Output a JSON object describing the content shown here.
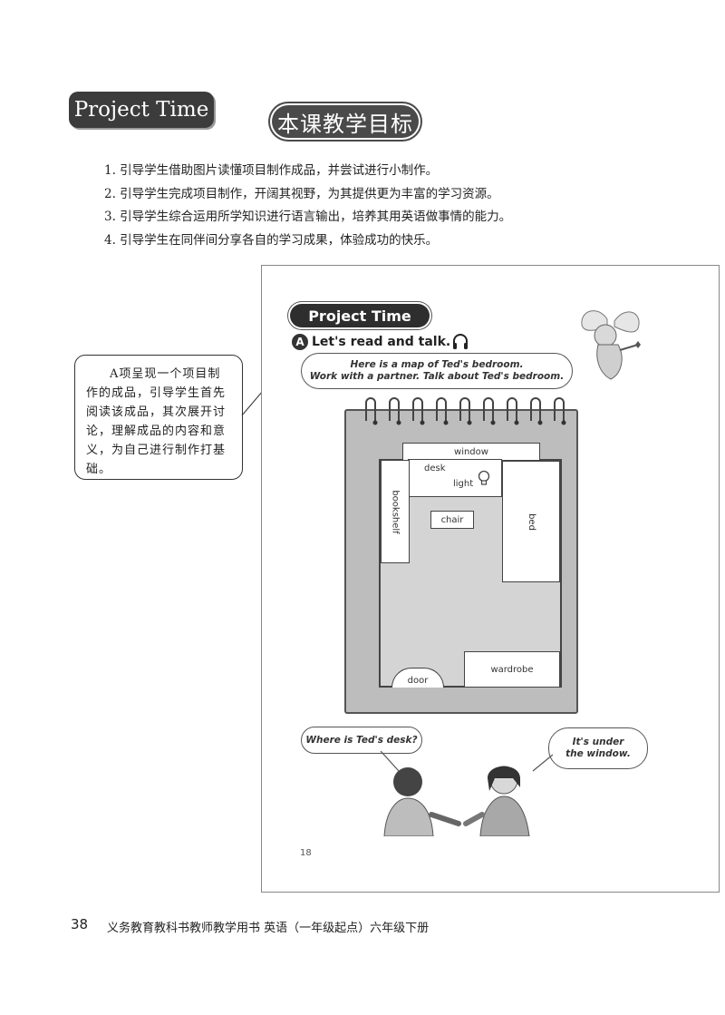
{
  "header": {
    "section_badge": "Project Time",
    "objectives_title": "本课教学目标"
  },
  "objectives": [
    "1. 引导学生借助图片读懂项目制作成品，并尝试进行小制作。",
    "2. 引导学生完成项目制作，开阔其视野，为其提供更为丰富的学习资源。",
    "3. 引导学生综合运用所学知识进行语言输出，培养其用英语做事情的能力。",
    "4. 引导学生在同伴间分享各自的学习成果，体验成功的快乐。"
  ],
  "note": "A项呈现一个项目制作的成品，引导学生首先阅读该成品，其次展开讨论，理解成品的内容和意义，为自己进行制作打基础。",
  "textbook_page": {
    "badge": "Project Time",
    "section_letter": "A",
    "section_title": "Let's read and talk.",
    "bubble_top_line1": "Here is a map of Ted's bedroom.",
    "bubble_top_line2": "Work with a partner. Talk about Ted's bedroom.",
    "map": {
      "window": "window",
      "desk": "desk",
      "light": "light",
      "bookshelf": "bookshelf",
      "chair": "chair",
      "bed": "bed",
      "wardrobe": "wardrobe",
      "door": "door"
    },
    "question": "Where is Ted's desk?",
    "answer_line1": "It's under",
    "answer_line2": "the window.",
    "page_number": "18"
  },
  "footer": {
    "page_number": "38",
    "book_title": "义务教育教科书教师教学用书  英语（一年级起点）六年级下册"
  },
  "icons": [
    "headphone-icon",
    "light-bulb-icon",
    "spiral-binding",
    "fairy-illustration",
    "children-illustration"
  ]
}
